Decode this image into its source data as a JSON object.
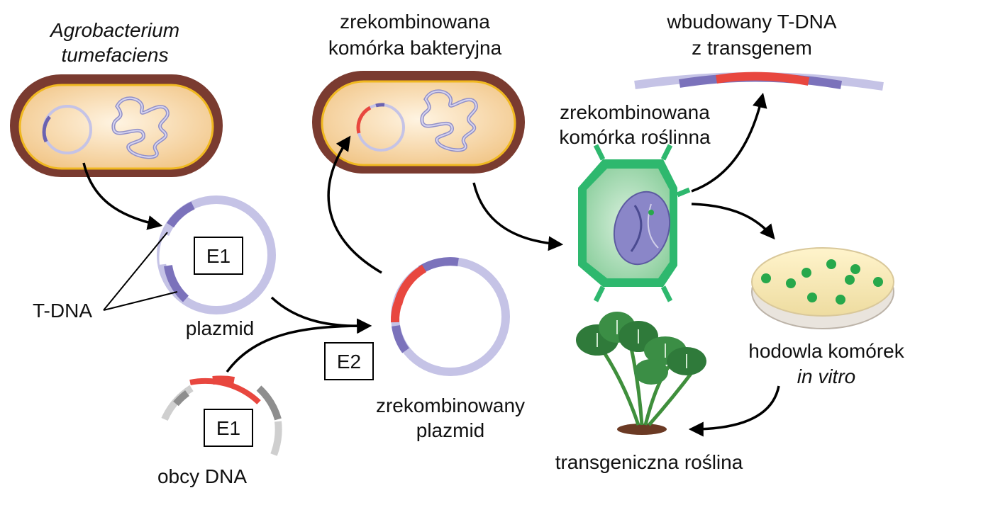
{
  "labels": {
    "agro_line1": "Agrobacterium",
    "agro_line2": "tumefaciens",
    "recomb_bact_line1": "zrekombinowana",
    "recomb_bact_line2": "komórka bakteryjna",
    "tdna_built_line1": "wbudowany T-DNA",
    "tdna_built_line2": "z transgenem",
    "recomb_plant_line1": "zrekombinowana",
    "recomb_plant_line2": "komórka roślinna",
    "tdna": "T-DNA",
    "plasmid": "plazmid",
    "recomb_plasmid_line1": "zrekombinowany",
    "recomb_plasmid_line2": "plazmid",
    "foreign_dna": "obcy DNA",
    "culture_line1": "hodowla komórek",
    "culture_line2": "in vitro",
    "transgenic_plant": "transgeniczna roślina"
  },
  "enzyme_boxes": {
    "e1_plasmid": "E1",
    "e1_foreign": "E1",
    "e2": "E2"
  },
  "colors": {
    "bacterium_wall": "#7a3b30",
    "bacterium_inner": "#f6d6a8",
    "membrane": "#f0b820",
    "plasmid": "#c5c3e6",
    "tdna_segment": "#7b72bb",
    "transgene": "#e8473f",
    "plant_cell_wall": "#2eb86e",
    "plant_cell_inner": "#a9dcb6",
    "nucleus": "#8a86c8",
    "petri_agar": "#f6e9b4",
    "colony": "#27a84b",
    "leaf": "#2f7a3a",
    "soil": "#6b3a24"
  }
}
